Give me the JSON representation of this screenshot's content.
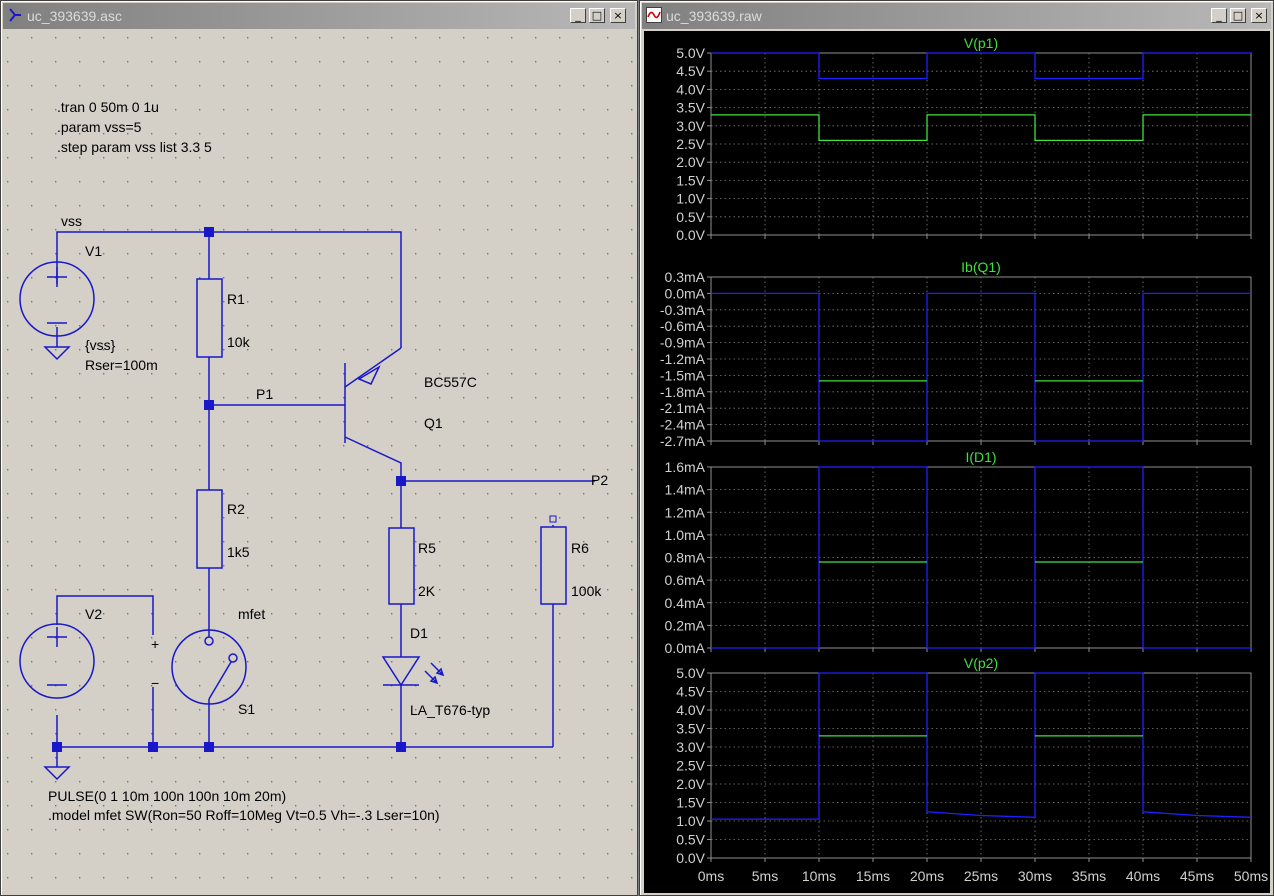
{
  "schematic_window": {
    "title": "uc_393639.asc",
    "buttons": [
      "_",
      "□",
      "×"
    ],
    "directives": [
      ".tran 0 50m 0 1u",
      ".param vss=5",
      ".step param vss list 3.3 5"
    ],
    "labels": {
      "vss_net": "vss",
      "v1_name": "V1",
      "v1_value": "{vss}",
      "v1_rser": "Rser=100m",
      "r1_name": "R1",
      "r1_value": "10k",
      "p1": "P1",
      "q1_model": "BC557C",
      "q1_name": "Q1",
      "p2": "P2",
      "r2_name": "R2",
      "r2_value": "1k5",
      "r5_name": "R5",
      "r5_value": "2K",
      "r6_name": "R6",
      "r6_value": "100k",
      "v2_name": "V2",
      "s1_model": "mfet",
      "s1_name": "S1",
      "plus": "+",
      "minus": "−",
      "d1_name": "D1",
      "d1_model": "LA_T676-typ",
      "pulse": "PULSE(0 1 10m 100n 100n 10m 20m)",
      "model": ".model mfet SW(Ron=50 Roff=10Meg Vt=0.5 Vh=-.3 Lser=10n)"
    },
    "wire_color": "#1818c8"
  },
  "waveform_window": {
    "title": "uc_393639.raw",
    "buttons": [
      "_",
      "□",
      "×"
    ],
    "trace_colors": {
      "blue": "#2020ff",
      "green": "#40e040"
    },
    "x_ticks": [
      "0ms",
      "5ms",
      "10ms",
      "15ms",
      "20ms",
      "25ms",
      "30ms",
      "35ms",
      "40ms",
      "45ms",
      "50ms"
    ]
  },
  "chart_data": [
    {
      "type": "line",
      "title": "V(p1)",
      "x_unit": "ms",
      "ylim": [
        0,
        5
      ],
      "y_ticks": [
        "5.0V",
        "4.5V",
        "4.0V",
        "3.5V",
        "3.0V",
        "2.5V",
        "2.0V",
        "1.5V",
        "1.0V",
        "0.5V",
        "0.0V"
      ],
      "series": [
        {
          "color": "blue",
          "x": [
            0,
            10,
            10,
            20,
            20,
            30,
            30,
            40,
            40,
            50
          ],
          "y": [
            5,
            5,
            4.3,
            4.3,
            5,
            5,
            4.3,
            4.3,
            5,
            5
          ]
        },
        {
          "color": "green",
          "x": [
            0,
            10,
            10,
            20,
            20,
            30,
            30,
            40,
            40,
            50
          ],
          "y": [
            3.3,
            3.3,
            2.6,
            2.6,
            3.3,
            3.3,
            2.6,
            2.6,
            3.3,
            3.3
          ]
        }
      ]
    },
    {
      "type": "line",
      "title": "Ib(Q1)",
      "x_unit": "ms",
      "ylim": [
        -2.7,
        0.3
      ],
      "y_ticks": [
        "0.3mA",
        "0.0mA",
        "-0.3mA",
        "-0.6mA",
        "-0.9mA",
        "-1.2mA",
        "-1.5mA",
        "-1.8mA",
        "-2.1mA",
        "-2.4mA",
        "-2.7mA"
      ],
      "series": [
        {
          "color": "blue",
          "x": [
            0,
            10,
            10,
            20,
            20,
            30,
            30,
            40,
            40,
            50
          ],
          "y": [
            0,
            0,
            -2.7,
            -2.7,
            0,
            0,
            -2.7,
            -2.7,
            0,
            0
          ]
        },
        {
          "color": "green",
          "x": [
            10,
            20
          ],
          "y": [
            -1.6,
            -1.6
          ]
        },
        {
          "color": "green",
          "x": [
            30,
            40
          ],
          "y": [
            -1.6,
            -1.6
          ]
        }
      ]
    },
    {
      "type": "line",
      "title": "I(D1)",
      "x_unit": "ms",
      "ylim": [
        0,
        1.6
      ],
      "y_ticks": [
        "1.6mA",
        "1.4mA",
        "1.2mA",
        "1.0mA",
        "0.8mA",
        "0.6mA",
        "0.4mA",
        "0.2mA",
        "0.0mA"
      ],
      "series": [
        {
          "color": "blue",
          "x": [
            0,
            10,
            10,
            20,
            20,
            30,
            30,
            40,
            40,
            50
          ],
          "y": [
            0,
            0,
            1.6,
            1.6,
            0,
            0,
            1.6,
            1.6,
            0,
            0
          ]
        },
        {
          "color": "green",
          "x": [
            10,
            20
          ],
          "y": [
            0.76,
            0.76
          ]
        },
        {
          "color": "green",
          "x": [
            30,
            40
          ],
          "y": [
            0.76,
            0.76
          ]
        }
      ]
    },
    {
      "type": "line",
      "title": "V(p2)",
      "x_unit": "ms",
      "ylim": [
        0,
        5
      ],
      "y_ticks": [
        "5.0V",
        "4.5V",
        "4.0V",
        "3.5V",
        "3.0V",
        "2.5V",
        "2.0V",
        "1.5V",
        "1.0V",
        "0.5V",
        "0.0V"
      ],
      "series": [
        {
          "color": "blue",
          "x": [
            0,
            10,
            10,
            20,
            20,
            25,
            30,
            30,
            40,
            40,
            45,
            50
          ],
          "y": [
            1.05,
            1.05,
            5,
            5,
            1.25,
            1.15,
            1.1,
            5,
            5,
            1.25,
            1.15,
            1.1
          ]
        },
        {
          "color": "green",
          "x": [
            10,
            20
          ],
          "y": [
            3.3,
            3.3
          ]
        },
        {
          "color": "green",
          "x": [
            30,
            40
          ],
          "y": [
            3.3,
            3.3
          ]
        }
      ]
    }
  ]
}
